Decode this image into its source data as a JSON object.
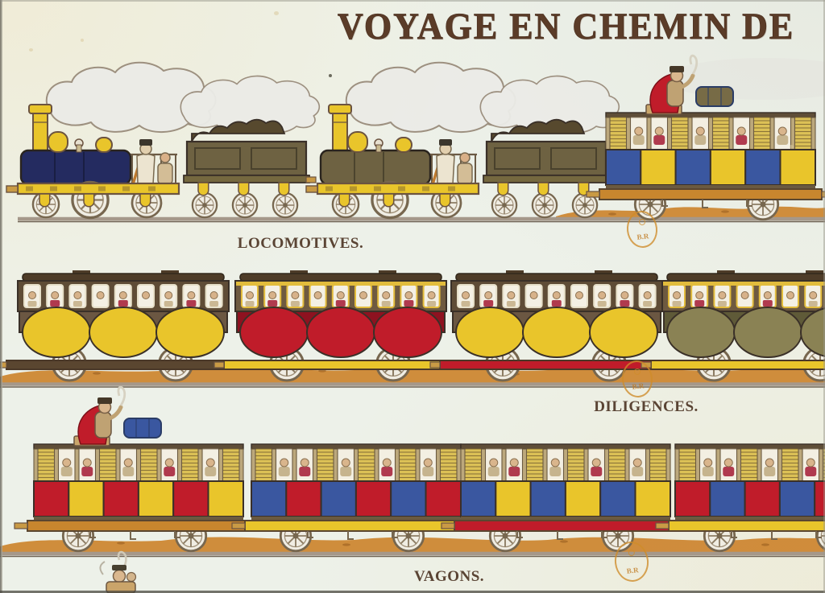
{
  "print": {
    "title": "VOYAGE EN CHEMIN DE",
    "rows": [
      {
        "id": "locomotives",
        "label": "LOCOMOTIVES.",
        "vehicles": [
          "steam locomotive with navy-blue boiler, yellow chimney and domes, two crew, olive tender with coal",
          "steam locomotive with olive boiler, yellow chimney and domes, two crew, olive tender with coal",
          "open passenger carriage with blue and yellow panels, coachman in red cloak and luggage on roof"
        ]
      },
      {
        "id": "diligences",
        "label": "DILIGENCES.",
        "vehicles": [
          "diligence coach, yellow scalloped body, dark chassis beam",
          "diligence coach, crimson body, yellow trim and yellow chassis beam",
          "diligence coach, yellow scalloped body, red chassis beam",
          "diligence coach, olive body, yellow trim and chassis beam (cut off at right edge)"
        ]
      },
      {
        "id": "vagons",
        "label": "VAGONS.",
        "vehicles": [
          "open wagon, red and yellow panels, coachman in red cloak with blue bundle on roof",
          "open wagon, blue and red panels, yellow chassis beam",
          "open wagon, blue and yellow panels, red chassis beam",
          "open wagon, red and blue panels, yellow chassis beam (cut off at right edge)"
        ]
      }
    ],
    "stamps": [
      {
        "label": "B.R"
      },
      {
        "label": "B.R"
      },
      {
        "label": "B.R"
      }
    ],
    "palette": {
      "paper": "#edf1e9",
      "title": "#5b3c28",
      "ink": "#3a3028",
      "yellow": "#e9c52b",
      "red": "#c01c2a",
      "blue": "#3a57a0",
      "olive": "#8a8254",
      "tender": "#6e6242",
      "navy": "#242b60",
      "wood": "#c8862e",
      "ground": "#cd8733",
      "smoke": "#ebebe7"
    }
  }
}
